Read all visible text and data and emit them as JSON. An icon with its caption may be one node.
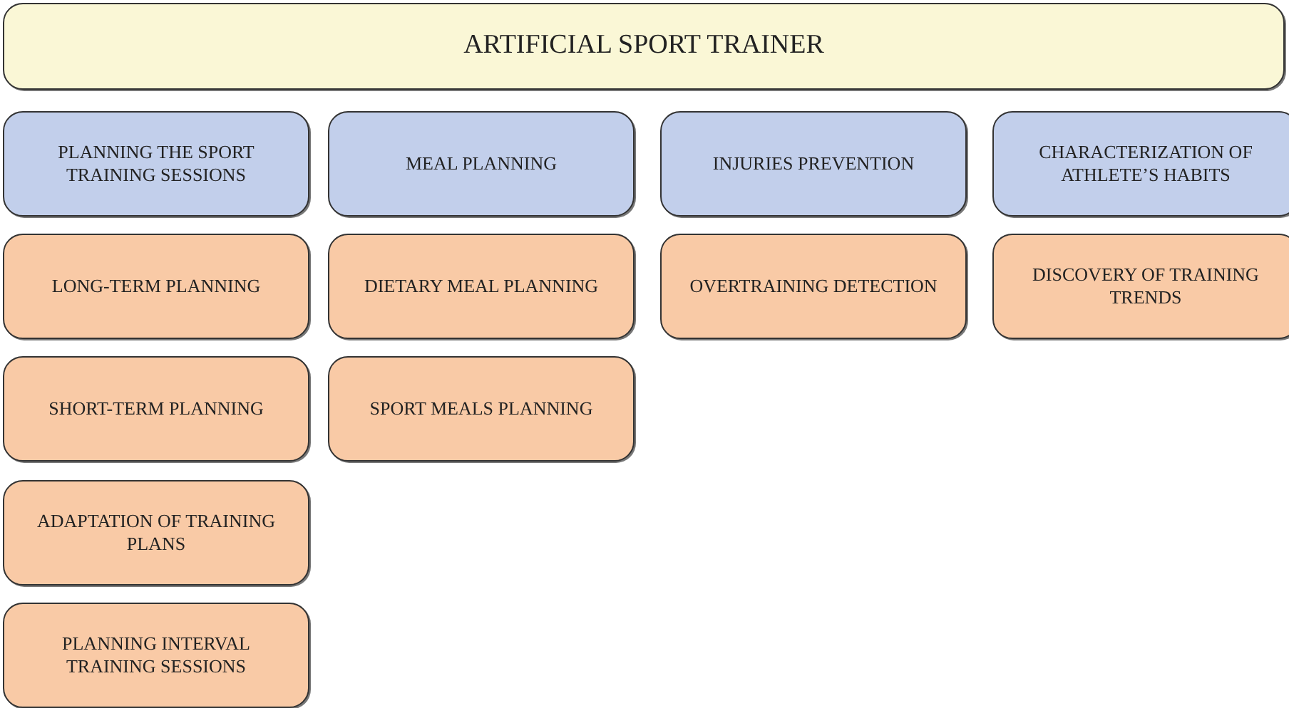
{
  "diagram": {
    "nodes": [
      {
        "text": [
          "ARTIFICIAL SPORT TRAINER"
        ]
      },
      {
        "text": [
          "PLANNING THE SPORT TRAINING SESSIONS"
        ]
      },
      {
        "text": [
          "MEAL PLANNING"
        ]
      },
      {
        "text": [
          "INJURIES PREVENTION"
        ]
      },
      {
        "text": [
          "CHARACTERIZATION OF ATHLETE’S HABITS"
        ]
      },
      {
        "text": [
          "LONG-TERM PLANNING"
        ]
      },
      {
        "text": [
          "DIETARY MEAL PLANNING"
        ]
      },
      {
        "text": [
          "OVERTRAINING DETECTION"
        ]
      },
      {
        "text": [
          "DISCOVERY OF TRAINING TRENDS"
        ]
      },
      {
        "text": [
          "SHORT-TERM PLANNING"
        ]
      },
      {
        "text": [
          "SPORT MEALS PLANNING"
        ]
      },
      {
        "text": [
          "ADAPTATION OF TRAINING PLANS"
        ]
      },
      {
        "text": [
          "PLANNING INTERVAL TRAINING SESSIONS"
        ]
      }
    ]
  }
}
